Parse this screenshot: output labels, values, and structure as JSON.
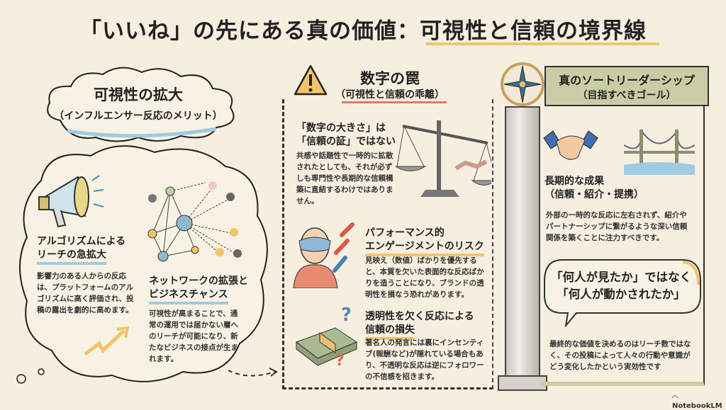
{
  "title": "「いいね」の先にある真の価値：可視性と信頼の境界線",
  "left": {
    "title": "可視性の拡大",
    "subtitle": "（インフルエンサー反応のメリット）",
    "items": [
      {
        "heading1": "アルゴリズムによる",
        "heading2": "リーチの急拡大",
        "body": "影響力のある人からの反応は、プラットフォームのアルゴリズムに高く評価され、投稿の露出を劇的に高めます。"
      },
      {
        "heading1": "ネットワークの拡張と",
        "heading2": "ビジネスチャンス",
        "body": "可視性が高まることで、通常の運用では届かない層へのリーチが可能になり、新たなビジネスの接点が生まれます。"
      }
    ]
  },
  "middle": {
    "title": "数字の罠",
    "subtitle": "（可視性と信頼の乖離）",
    "items": [
      {
        "heading1": "「数字の大きさ」は",
        "heading2": "「信頼の証」ではない",
        "body": "共感や話題性で一時的に拡散されたとしても、それが必ずしも専門性や長期的な信頼構築に直結するわけではありません。"
      },
      {
        "heading1": "パフォーマンス的",
        "heading2": "エンゲージメントのリスク",
        "body": "見映え（数値）ばかりを優先すると、本質を欠いた表面的な反応ばかりを造うことになり、ブランドの透明性を損なう恐れがあります。"
      },
      {
        "heading1": "透明性を欠く反応による",
        "heading2": "信頼の損失",
        "body": "著名人の発言には裏にインセンティブ(報酬など)が隠れている場合もあり、不透明な反応は逆にフォロワーの不信感を招きます。"
      }
    ]
  },
  "right": {
    "title": "真のソートリーダーシップ",
    "subtitle": "（目指すべきゴール）",
    "heading1": "長期的な成果",
    "heading2": "（信頼・紹介・提携）",
    "body": "外部の一時的な反応に左右されず、紹介やパートナーシップに繋がるような深い信頼関係を築くことに注力すべきです。",
    "quote1": "「何人が見たか」ではなく",
    "quote2": "「何人が動かされたか」",
    "conclusion": "最終的な価値を決めるのはリーチ数ではなく、その投稿によって人々の行動や意識がどう変化したかという実効性です"
  },
  "footer": {
    "brand": "NotebookLM"
  },
  "colors": {
    "background": "#f6efe0",
    "blue": "#9fcbe3",
    "orange": "#f2c46a",
    "red": "#e07a5f",
    "green": "#c9cda6"
  }
}
